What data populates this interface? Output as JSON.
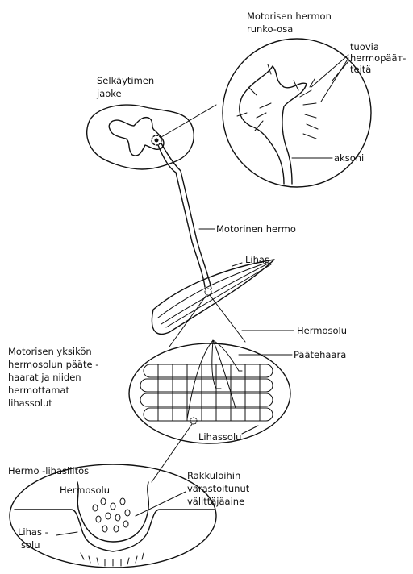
{
  "labels": {
    "cell_body_title_1": "Motorisen hermon",
    "cell_body_title_2": "runko-osa",
    "afferent_1": "tuovia",
    "afferent_2": "hermopääт-",
    "afferent_3": "teitä",
    "axon": "aksoni",
    "spinal_1": "Selkäytimen",
    "spinal_2": "jaoke",
    "motor_nerve": "Motorinen hermo",
    "muscle": "Lihas",
    "nerve_cell": "Hermosolu",
    "terminal_branch": "Päätehaara",
    "motor_unit_1": "Motorisen yksikön",
    "motor_unit_2": "hermosolun pääte -",
    "motor_unit_3": "haarat ja niiden",
    "motor_unit_4": "hermottamat",
    "motor_unit_5": "lihassolut",
    "muscle_cell": "Lihassolu",
    "junction": "Hermo -lihasliitos",
    "junction_nerve_cell": "Hermosolu",
    "vesicles_1": "Rakkuloihin",
    "vesicles_2": "varastoitunut",
    "vesicles_3": "välittäjäaine",
    "junction_muscle_1": "Lihas -",
    "junction_muscle_2": "solu"
  }
}
